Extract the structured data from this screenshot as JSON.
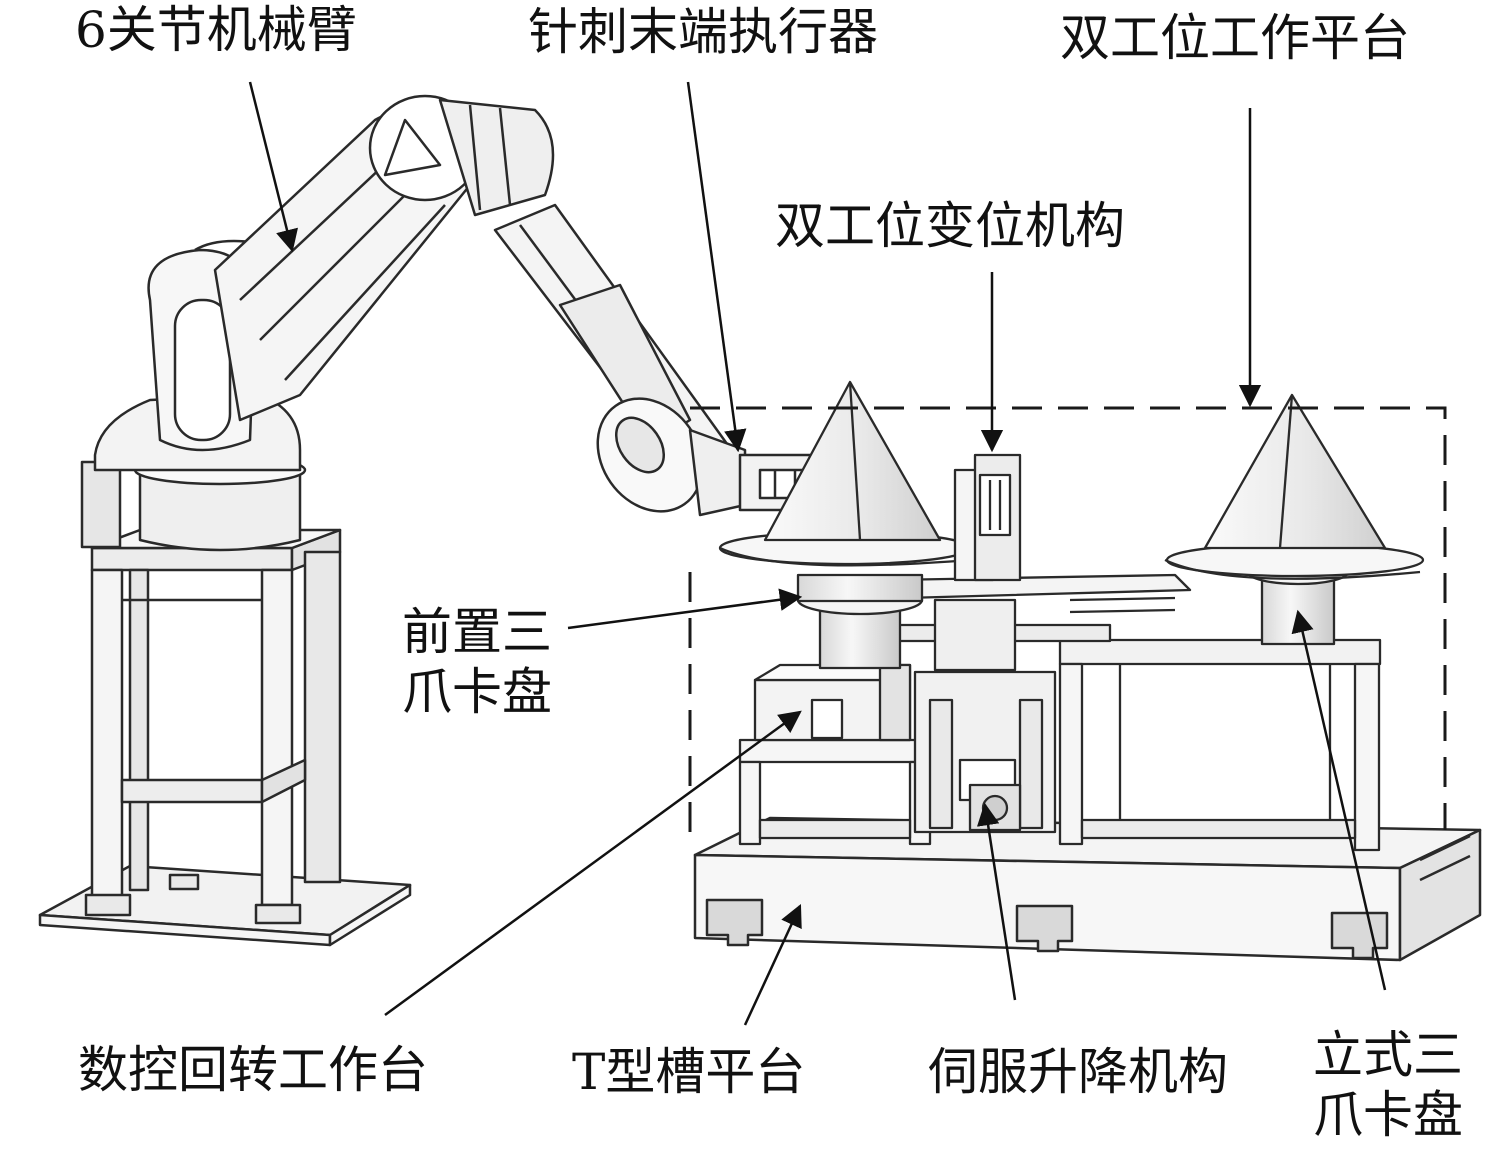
{
  "figure": {
    "labels": {
      "robot_arm": "6关节机械臂",
      "needle_end_effector": "针刺末端执行器",
      "dual_station_platform": "双工位工作平台",
      "dual_station_indexing": "双工位变位机构",
      "front_chuck_line1": "前置三",
      "front_chuck_line2": "爪卡盘",
      "cnc_rotary_table": "数控回转工作台",
      "t_slot_platform": "T型槽平台",
      "servo_lift": "伺服升降机构",
      "vertical_chuck_line1": "立式三",
      "vertical_chuck_line2": "爪卡盘"
    }
  },
  "colors": {
    "ink": "#111111",
    "line": "#2a2a2a",
    "fill_light": "#f4f4f4",
    "fill_mid": "#e4e4e4",
    "fill_dark": "#cfcfcf"
  }
}
